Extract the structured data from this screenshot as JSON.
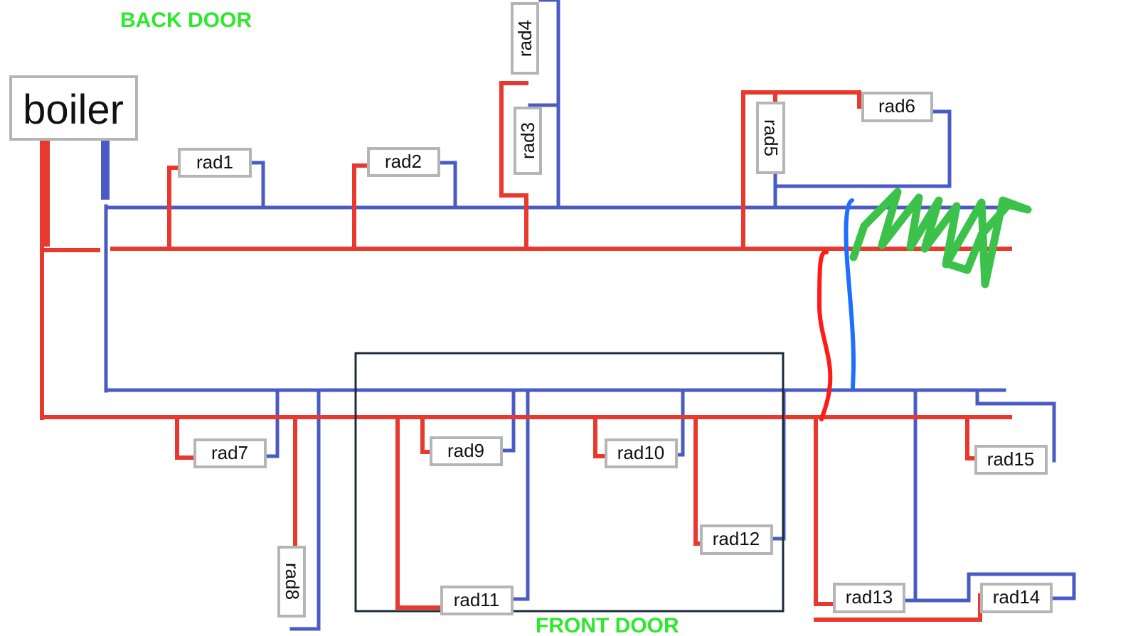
{
  "labels": {
    "back_door": "BACK DOOR",
    "front_door": "FRONT DOOR",
    "boiler": "boiler"
  },
  "radiators": [
    "rad1",
    "rad2",
    "rad3",
    "rad4",
    "rad5",
    "rad6",
    "rad7",
    "rad8",
    "rad9",
    "rad10",
    "rad11",
    "rad12",
    "rad13",
    "rad14",
    "rad15"
  ],
  "colors": {
    "flow": "#e8392f",
    "return": "#4a5bc4",
    "door_label": "#2ee82e",
    "scribble": "#3cc24a",
    "bypass_red": "#ff1a1a",
    "bypass_blue": "#1f6fff",
    "frame": "#1d2b3a"
  }
}
